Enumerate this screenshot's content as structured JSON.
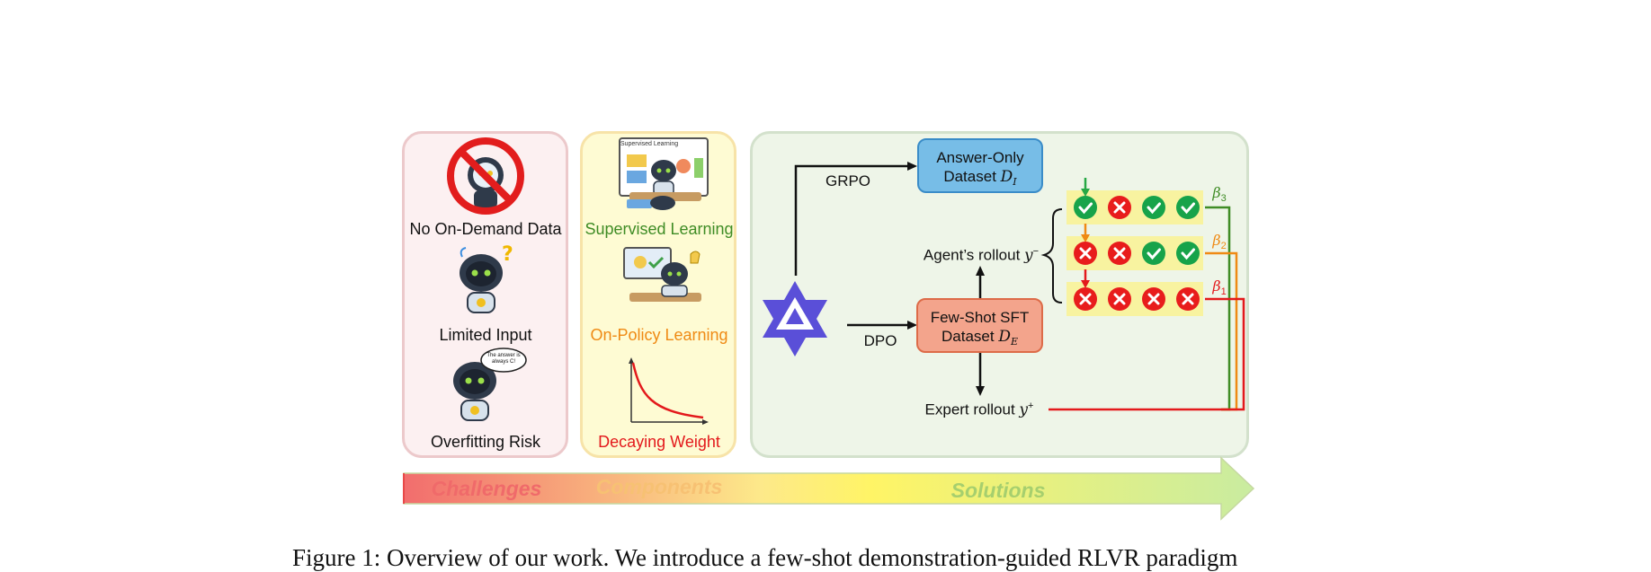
{
  "challenges": {
    "items": [
      {
        "label": "No On-Demand Data",
        "icon": "no-robot-icon"
      },
      {
        "label": "Limited Input",
        "icon": "confused-robot-icon"
      },
      {
        "label": "Overfitting Risk",
        "icon": "talking-robot-icon",
        "speech": "The answer is always C!"
      }
    ]
  },
  "components": {
    "items": [
      {
        "label": "Supervised Learning",
        "color": "#3f8c25",
        "icon": "teacher-robot-icon",
        "board_title": "Supervised Learning"
      },
      {
        "label": "On-Policy Learning",
        "color": "#ef8a14",
        "icon": "learning-robot-icon"
      },
      {
        "label": "Decaying Weight",
        "color": "#e3191c",
        "icon": "decay-curve-icon"
      }
    ]
  },
  "solutions": {
    "model_icon": "qwen-logo-icon",
    "grpo_label": "GRPO",
    "dpo_label": "DPO",
    "answer_only": {
      "line1": "Answer-Only",
      "line2": "Dataset",
      "sym": "D",
      "sub": "I"
    },
    "few_shot": {
      "line1": "Few-Shot SFT",
      "line2": "Dataset",
      "sym": "D",
      "sub": "E"
    },
    "agent_rollout": {
      "text": "Agent’s rollout",
      "sym": "y",
      "sup": "−"
    },
    "expert_rollout": {
      "text": "Expert rollout",
      "sym": "y",
      "sup": "+"
    },
    "rollout_rows": [
      {
        "beta": "β",
        "beta_sub": "3",
        "color": "#3f8c25",
        "marks": [
          "check",
          "cross",
          "check",
          "check"
        ]
      },
      {
        "beta": "β",
        "beta_sub": "2",
        "color": "#ef8a14",
        "marks": [
          "cross",
          "cross",
          "check",
          "check"
        ]
      },
      {
        "beta": "β",
        "beta_sub": "1",
        "color": "#e3191c",
        "marks": [
          "cross",
          "cross",
          "cross",
          "cross"
        ]
      }
    ]
  },
  "banner": {
    "challenges": "Challenges",
    "components": "Components",
    "solutions": "Solutions",
    "colors": {
      "start": "#f26d6d",
      "mid": "#fff466",
      "end": "#c9eca0"
    }
  },
  "caption": "Figure 1: Overview of our work. We introduce a few-shot demonstration-guided RLVR paradigm"
}
